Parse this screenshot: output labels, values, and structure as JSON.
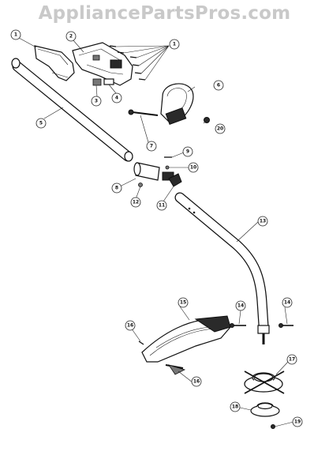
{
  "watermark": "AppliancePartsPros.com",
  "callouts": [
    {
      "id": "c1a",
      "label": "1"
    },
    {
      "id": "c1b",
      "label": "1"
    },
    {
      "id": "c2",
      "label": "2"
    },
    {
      "id": "c3",
      "label": "3"
    },
    {
      "id": "c4",
      "label": "4"
    },
    {
      "id": "c5",
      "label": "5"
    },
    {
      "id": "c6",
      "label": "6"
    },
    {
      "id": "c7",
      "label": "7"
    },
    {
      "id": "c8",
      "label": "8"
    },
    {
      "id": "c9",
      "label": "9"
    },
    {
      "id": "c10",
      "label": "10"
    },
    {
      "id": "c11",
      "label": "11"
    },
    {
      "id": "c12",
      "label": "12"
    },
    {
      "id": "c13",
      "label": "13"
    },
    {
      "id": "c14a",
      "label": "14"
    },
    {
      "id": "c14b",
      "label": "14"
    },
    {
      "id": "c15",
      "label": "15"
    },
    {
      "id": "c16a",
      "label": "16"
    },
    {
      "id": "c16b",
      "label": "16"
    },
    {
      "id": "c17",
      "label": "17"
    },
    {
      "id": "c18",
      "label": "18"
    },
    {
      "id": "c19",
      "label": "19"
    },
    {
      "id": "c20",
      "label": "20"
    }
  ]
}
